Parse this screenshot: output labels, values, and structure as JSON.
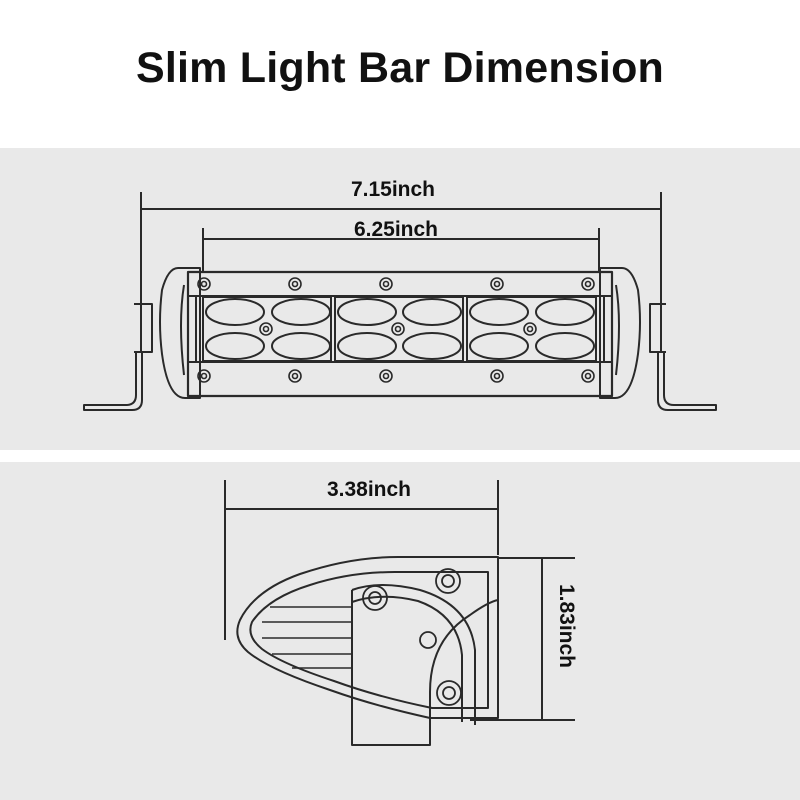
{
  "title": "Slim Light Bar Dimension",
  "front_view": {
    "overall_length": "7.15inch",
    "mount_spacing": "6.25inch",
    "led_groups": 3,
    "leds_per_group": 4
  },
  "side_view": {
    "depth": "3.38inch",
    "height": "1.83inch"
  },
  "colors": {
    "panel_background": "#e9e9e9",
    "outline": "#2a2a2a",
    "background": "#ffffff"
  }
}
